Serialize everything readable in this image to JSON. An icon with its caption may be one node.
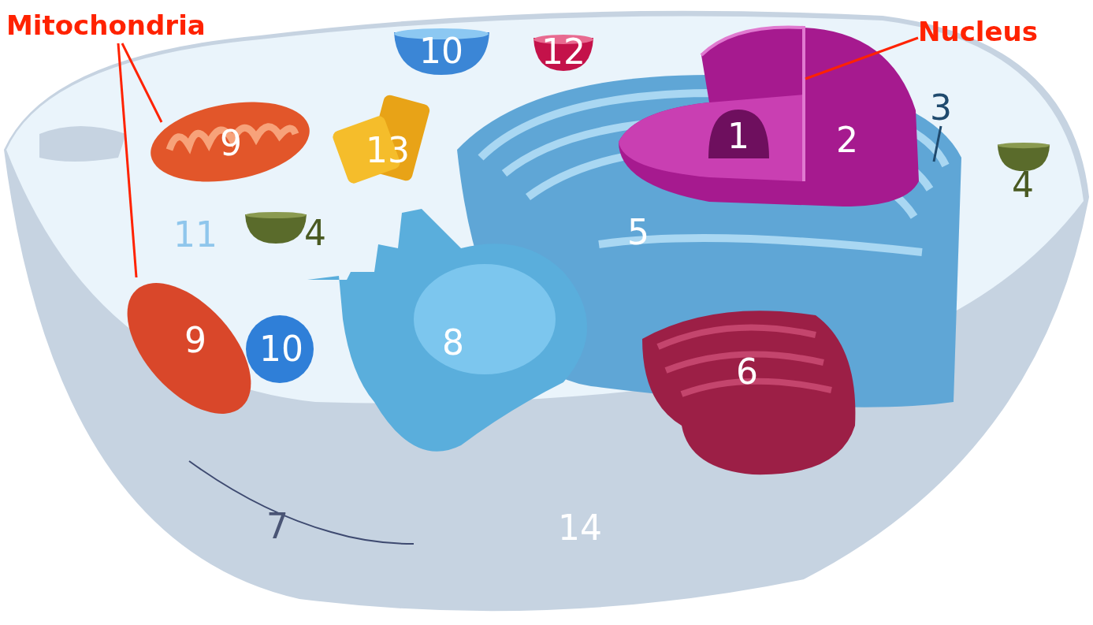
{
  "diagram": {
    "nodes": [
      {
        "text": [
          "Mitochondria"
        ]
      },
      {
        "text": [
          "9"
        ]
      },
      {
        "text": [
          "9"
        ]
      },
      {
        "text": [
          "Nucleus"
        ]
      },
      {
        "text": [
          "2"
        ]
      },
      {
        "text": [
          "1"
        ]
      },
      {
        "text": [
          "3"
        ]
      },
      {
        "text": [
          "10"
        ]
      },
      {
        "text": [
          "12"
        ]
      },
      {
        "text": [
          "13"
        ]
      },
      {
        "text": [
          "5"
        ]
      },
      {
        "text": [
          "6"
        ]
      },
      {
        "text": [
          "8"
        ]
      },
      {
        "text": [
          "10"
        ]
      }
    ],
    "edges": [
      {
        "from": 0,
        "to": 1,
        "arrow": "none",
        "color": "#ff2200"
      },
      {
        "from": 0,
        "to": 2,
        "arrow": "none",
        "color": "#ff2200"
      },
      {
        "from": 3,
        "to": 4,
        "arrow": "none",
        "color": "#ff2200"
      },
      {
        "from": 6,
        "to": 10,
        "arrow": "none",
        "color": "#1f4a6e"
      }
    ],
    "labels": [
      "4",
      "11",
      "4",
      "7",
      "14"
    ]
  }
}
